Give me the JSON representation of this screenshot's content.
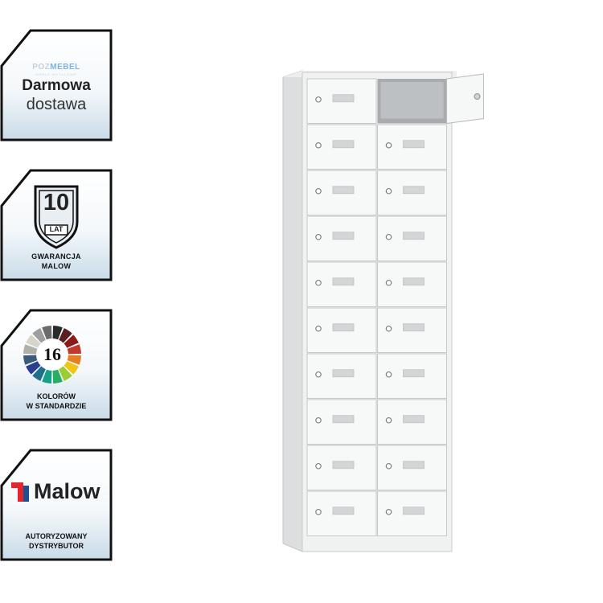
{
  "badges": {
    "delivery": {
      "brand_prefix": "POZ",
      "brand_suffix": "MEBEL",
      "brand_tagline": "MEBLE METALOWE",
      "line1": "Darmowa",
      "line2": "dostawa"
    },
    "warranty": {
      "years": "10",
      "unit": "LAT",
      "line1": "GWARANCJA",
      "line2": "MALOW"
    },
    "colors": {
      "count": "16",
      "line1": "KOLORÓW",
      "line2": "W STANDARDZIE",
      "wheel_colors": [
        "#2a2a2a",
        "#5a1f1f",
        "#8b1a1a",
        "#c0392b",
        "#e67e22",
        "#f1c40f",
        "#9acd32",
        "#27ae60",
        "#16a085",
        "#1f6f8b",
        "#2c3e8f",
        "#3b5b7a",
        "#b0b0a8",
        "#d8d4c8",
        "#9e9e9e",
        "#6b6b6b"
      ]
    },
    "distributor": {
      "brand": "Malow",
      "line1": "AUTORYZOWANY",
      "line2": "DYSTRYBUTOR"
    }
  },
  "product": {
    "name": "locker-cabinet",
    "rows": 10,
    "columns": 2,
    "open_door": "top-right"
  }
}
